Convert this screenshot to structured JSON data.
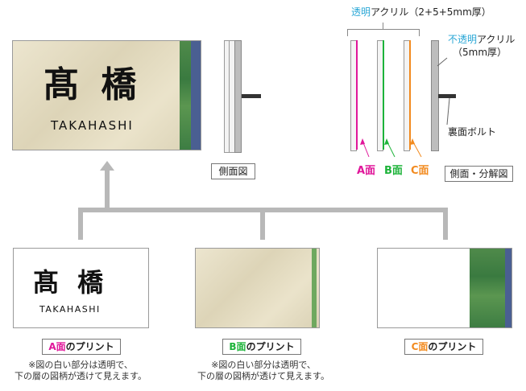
{
  "sign": {
    "kanji": "髙 橋",
    "roman": "TAKAHASHI"
  },
  "side_view_label": "側面図",
  "exploded": {
    "transparent_word": "透明",
    "transparent_rest": "アクリル（2+5+5mm厚）",
    "opaque_word": "不透明",
    "opaque_rest": "アクリル",
    "opaque_thickness": "（5mm厚）",
    "bolt_label": "裏面ボルト",
    "face_a": "A面",
    "face_b": "B面",
    "face_c": "C面",
    "view_label": "側面・分解図"
  },
  "prints": [
    {
      "face": "A面",
      "suffix": "のプリント",
      "note_line1": "※図の白い部分は透明で、",
      "note_line2": "下の層の図柄が透けて見えます。"
    },
    {
      "face": "B面",
      "suffix": "のプリント",
      "note_line1": "※図の白い部分は透明で、",
      "note_line2": "下の層の図柄が透けて見えます。"
    },
    {
      "face": "C面",
      "suffix": "のプリント"
    }
  ],
  "colors": {
    "face_a": "#e0169a",
    "face_b": "#1db33a",
    "face_c": "#f28a1e",
    "transparent_accent": "#2aa7d6",
    "paper": "#e6ddbf",
    "green": "#3f7e45",
    "navy": "#4a5f92"
  }
}
